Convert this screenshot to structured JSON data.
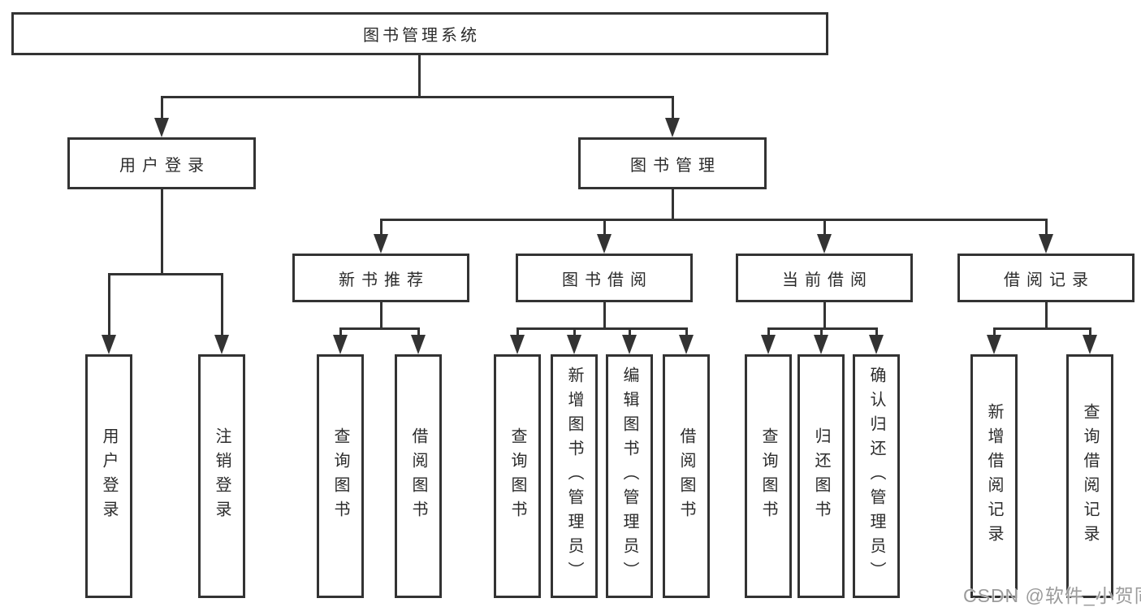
{
  "colors": {
    "line": "#333333",
    "text": "#2b2b2b",
    "background": "#ffffff",
    "watermark_text": "#9b9b9b"
  },
  "nodes": {
    "root": "图书管理系统",
    "user_login": "用户登录",
    "book_mgmt": "图书管理",
    "new_book_rec": "新书推荐",
    "book_borrow": "图书借阅",
    "current_borrow": "当前借阅",
    "borrow_record": "借阅记录",
    "ul_user_login": "用户登录",
    "ul_logout": "注销登录",
    "nb_query_book": "查询图书",
    "nb_borrow_book": "借阅图书",
    "bb_query_book": "查询图书",
    "bb_add_book": "新增图书（管理员）",
    "bb_edit_book": "编辑图书（管理员）",
    "bb_borrow_book": "借阅图书",
    "cb_query_book": "查询图书",
    "cb_return_book": "归还图书",
    "cb_confirm_return": "确认归还（管理员）",
    "br_add_record": "新增借阅记录",
    "br_query_record": "查询借阅记录"
  },
  "watermark": "CSDN @软件_小贺同学"
}
